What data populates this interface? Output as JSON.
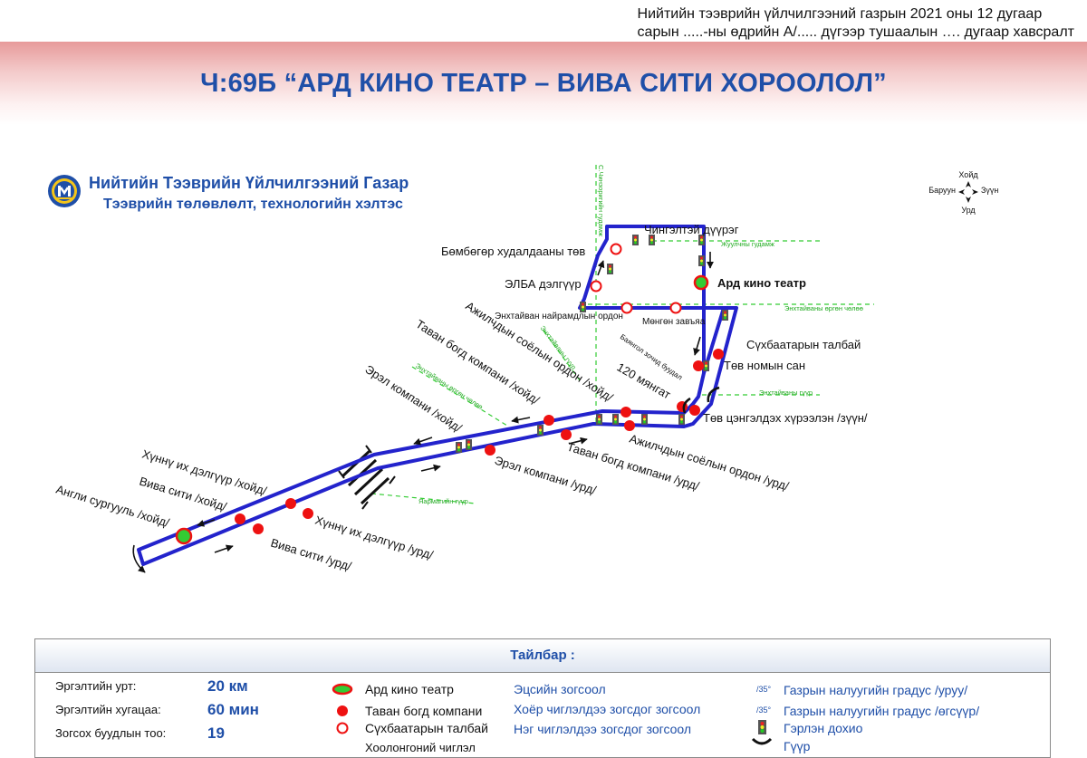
{
  "header": {
    "note_line1": "Нийтийн тээврийн үйлчилгээний газрын 2021 оны 12 дугаар",
    "note_line2": "сарын .....-ны өдрийн А/..... дүгээр тушаалын …. дугаар хавсралт",
    "title": "Ч:69Б “АРД КИНО ТЕАТР – ВИВА СИТИ ХОРООЛОЛ”"
  },
  "org": {
    "name": "Нийтийн Тээврийн Үйлчилгээний Газар",
    "subtitle": "Тээврийн төлөвлөлт, технологийн хэлтэс"
  },
  "compass": {
    "north": "Хойд",
    "south": "Урд",
    "west": "Баруун",
    "east": "Зүүн"
  },
  "colors": {
    "route": "#2323cc",
    "stop": "#ee1111",
    "terminal_fill": "#33cc33",
    "street": "#33cc33",
    "title": "#1f4fa8"
  },
  "map": {
    "streets": [
      "С.Чинзоригийн гудамж",
      "Жуулчны гудамж",
      "Энхтайваны өргөн чөлөө",
      "Энхтайваны гүүр",
      "Энхтайваны өргөн чөлөө",
      "Энхтайваны гүүр",
      "Яармагийн гүүр"
    ],
    "labels": {
      "chingeltei": "Чингэлтэй дүүрэг",
      "bombogor": "Бөмбөгөр худалдааны төв",
      "elba": "ЭЛБА дэлгүүр",
      "enkhtaivan_ordon": "Энхтайван найрамдлын ордон",
      "mongon": "Мөнгөн завъяа",
      "ard": "Ард кино театр",
      "sukhbaatar": "Сүхбаатарын талбай",
      "tov_nomyn": "Төв номын сан",
      "baynol": "Баянгол зочид буудал",
      "n120": "120 мянгат",
      "tov_tsen": "Төв цэнгэлдэх хүрээлэн /зүүн/",
      "ajil_n": "Ажилчдын соёлын ордон /хойд/",
      "tavan_n": "Таван богд компани /хойд/",
      "erel_n": "Эрэл компани /хойд/",
      "khunnu_n": "Хүннү их дэлгүүр /хойд/",
      "viva_n": "Вива сити /хойд/",
      "angli_n": "Англи сургууль /хойд/",
      "ajil_s": "Ажилчдын соёлын ордон /урд/",
      "tavan_s": "Таван богд компани /урд/",
      "erel_s": "Эрэл компани /урд/",
      "khunnu_s": "Хүннү их дэлгүүр /урд/",
      "viva_s": "Вива сити /урд/"
    }
  },
  "legend": {
    "title": "Тайлбар :",
    "stats": [
      {
        "label": "Эргэлтийн урт:",
        "value": "20 км"
      },
      {
        "label": "Эргэлтийн хугацаа:",
        "value": "60 мин"
      },
      {
        "label": "Зогсох буудлын тоо:",
        "value": "19"
      }
    ],
    "markers": [
      "Ард кино театр",
      "Таван богд компани",
      "Сүхбаатарын талбай",
      "Хоолонгоний чиглэл"
    ],
    "stop_types": [
      "Эцсийн зогсоол",
      "Хоёр чиглэлдээ зогсдог зогсоол",
      "Нэг чиглэлдээ зогсдог зогсоол"
    ],
    "slope_mark": "/35°",
    "symbols": [
      "Газрын налуугийн градус /уруу/",
      "Газрын налуугийн градус /өгсүүр/",
      "Гэрлэн дохио",
      "Гүүр"
    ]
  }
}
